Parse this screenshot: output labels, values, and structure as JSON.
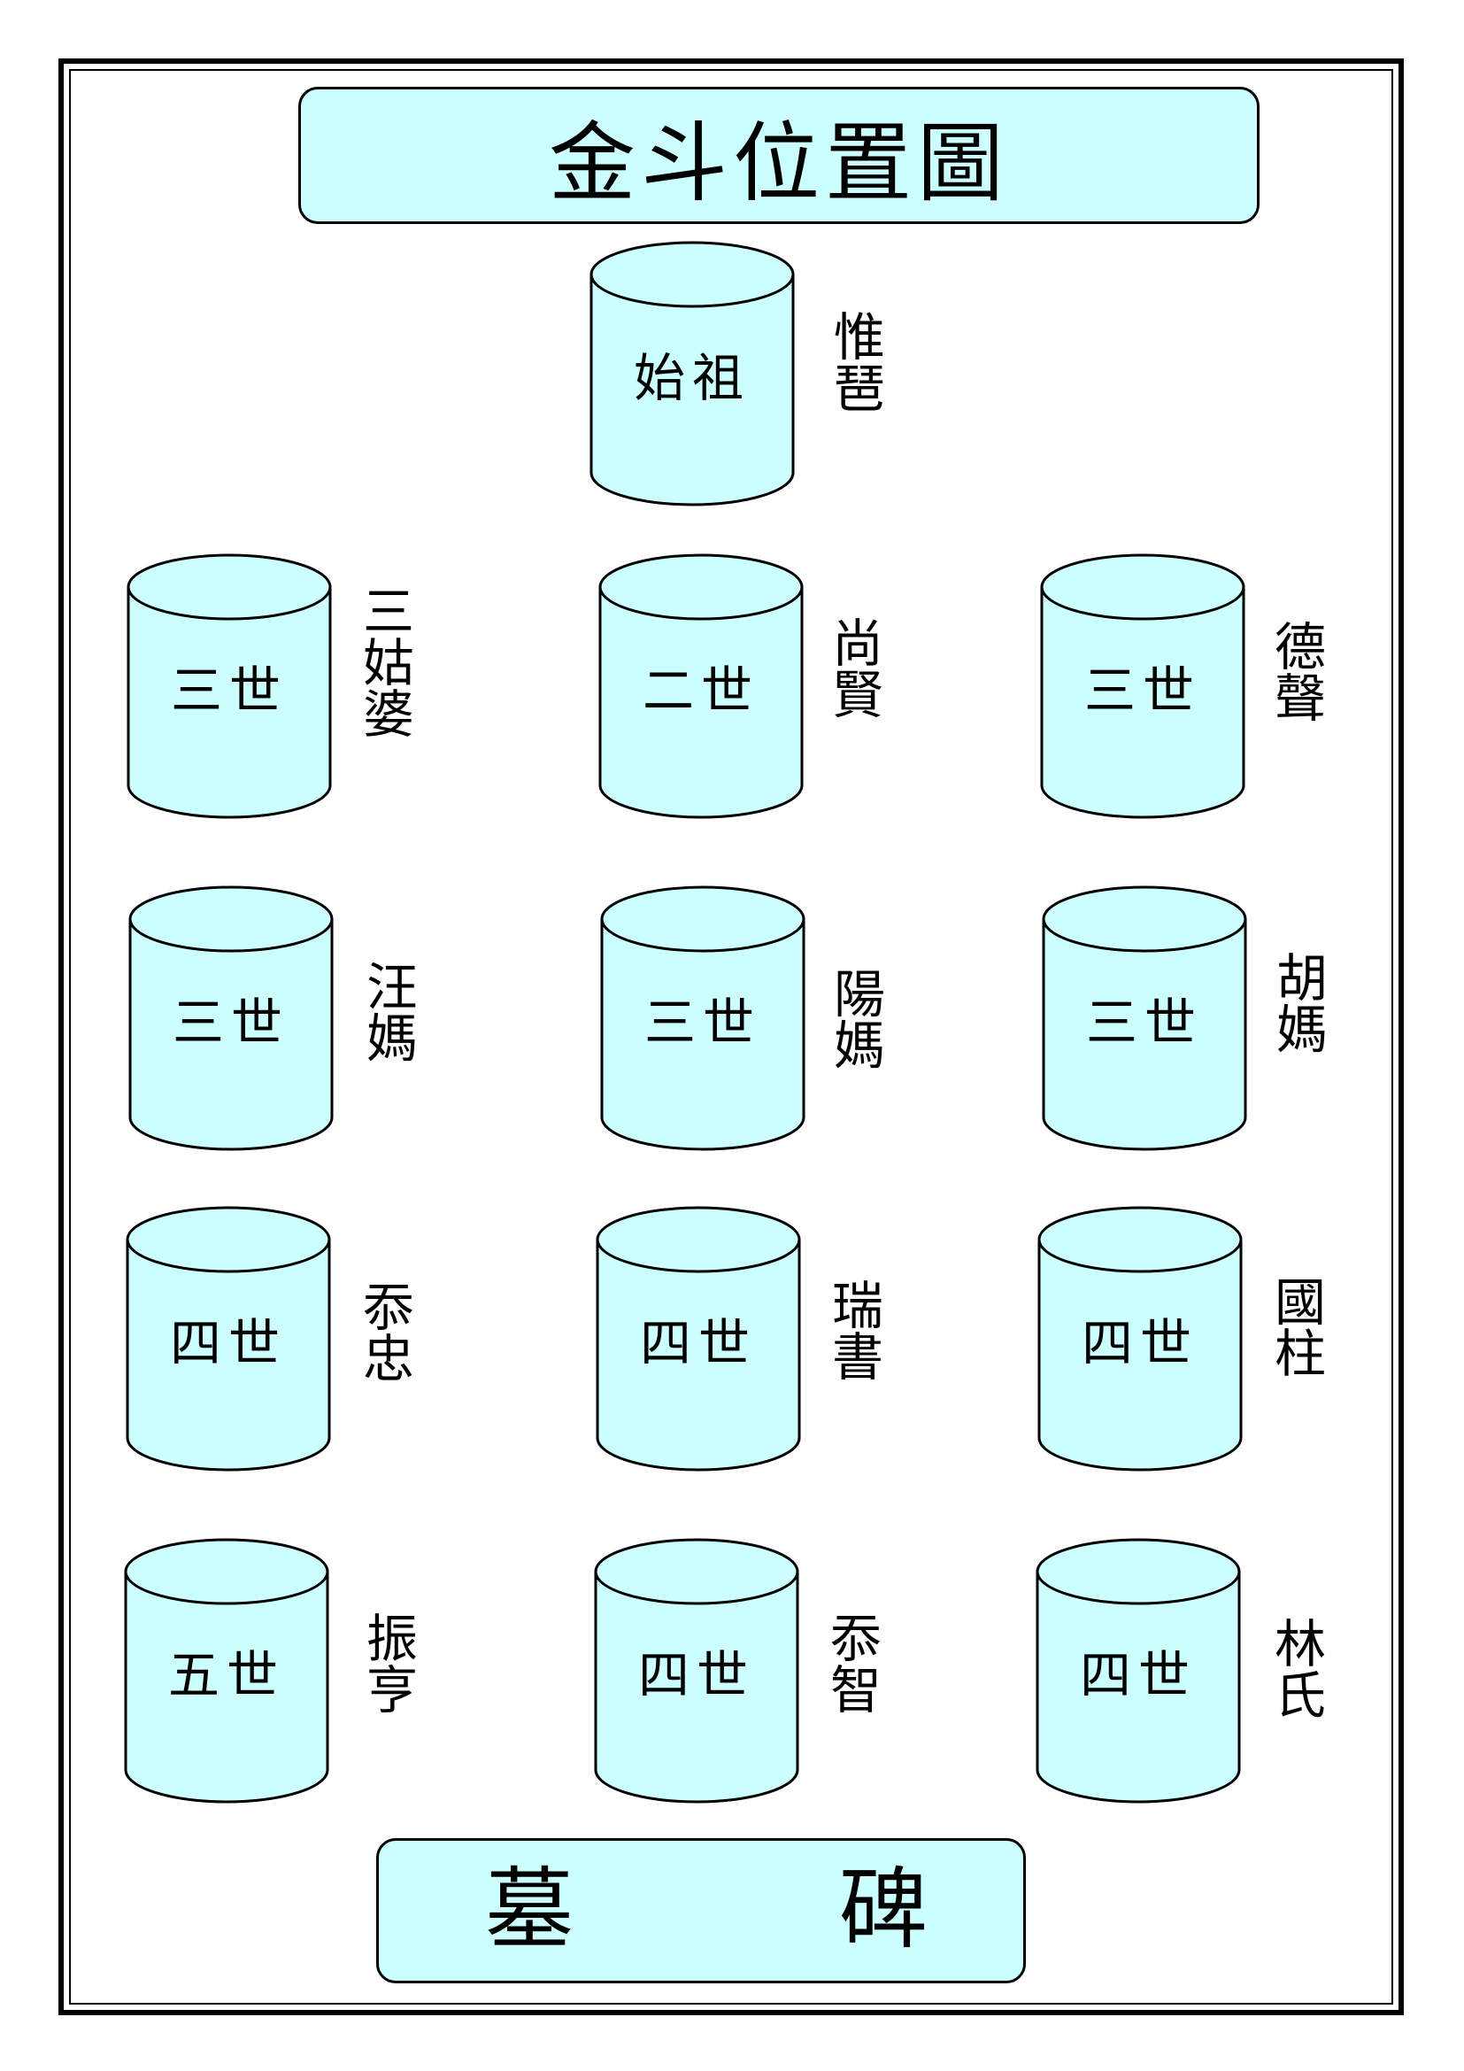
{
  "title": "金斗位置圖",
  "footer": {
    "chars": [
      "墓",
      "碑"
    ]
  },
  "colors": {
    "fill": "#ccffff",
    "stroke": "#000000"
  },
  "jars": [
    {
      "id": "shizu",
      "label": "始祖",
      "name": "惟琶"
    },
    {
      "id": "r1c1",
      "label": "三世",
      "name": "三姑婆"
    },
    {
      "id": "r1c2",
      "label": "二世",
      "name": "尚賢"
    },
    {
      "id": "r1c3",
      "label": "三世",
      "name": "德聲"
    },
    {
      "id": "r2c1",
      "label": "三世",
      "name": "汪媽"
    },
    {
      "id": "r2c2",
      "label": "三世",
      "name": "陽媽"
    },
    {
      "id": "r2c3",
      "label": "三世",
      "name": "胡媽"
    },
    {
      "id": "r3c1",
      "label": "四世",
      "name": "忝忠"
    },
    {
      "id": "r3c2",
      "label": "四世",
      "name": "瑞書"
    },
    {
      "id": "r3c3",
      "label": "四世",
      "name": "國柱"
    },
    {
      "id": "r4c1",
      "label": "五世",
      "name": "振亨"
    },
    {
      "id": "r4c2",
      "label": "四世",
      "name": "忝智"
    },
    {
      "id": "r4c3",
      "label": "四世",
      "name": "林氏"
    }
  ]
}
